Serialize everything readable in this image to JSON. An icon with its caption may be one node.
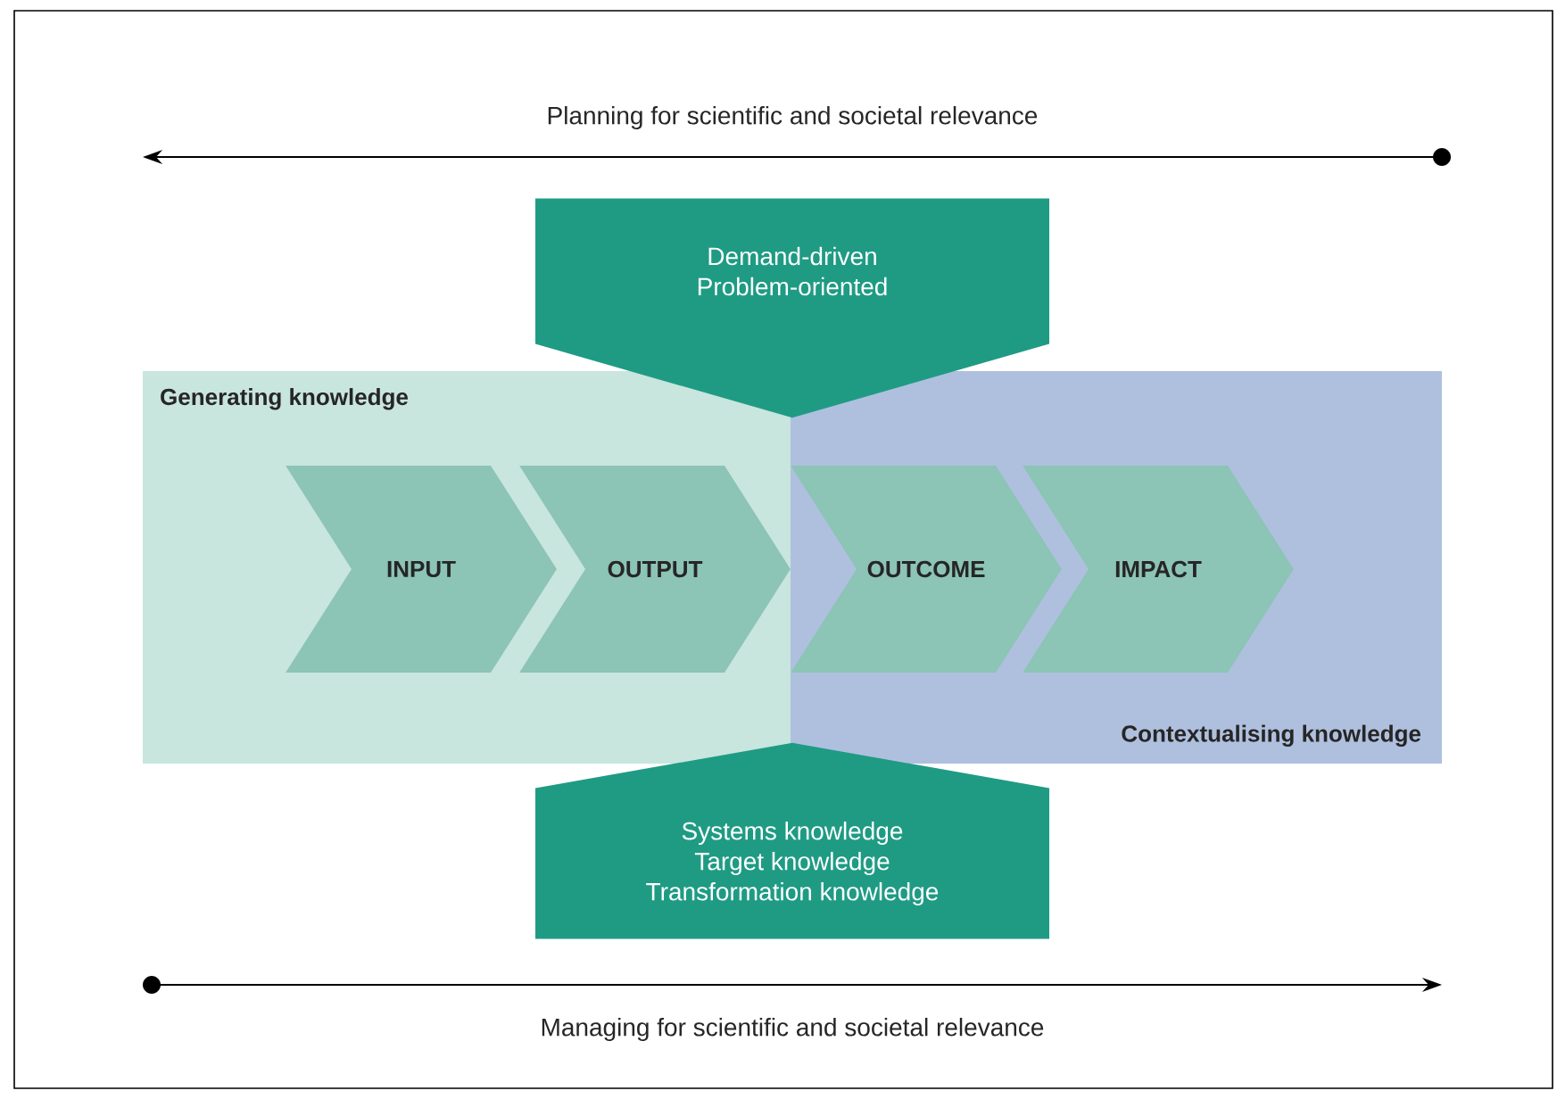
{
  "diagram": {
    "nodes": [
      {
        "text": [
          "Generating knowledge"
        ]
      },
      {
        "text": [
          "Contextualising knowledge"
        ]
      },
      {
        "text": [
          "INPUT"
        ],
        "in": 0
      },
      {
        "text": [
          "OUTPUT"
        ],
        "in": 0
      },
      {
        "text": [
          "OUTCOME"
        ],
        "in": 1
      },
      {
        "text": [
          "IMPACT"
        ],
        "in": 1
      },
      {
        "text": [
          "Demand-driven",
          "Problem-oriented"
        ]
      },
      {
        "text": [
          "Systems knowledge",
          "Target knowledge",
          "Transformation knowledge"
        ]
      }
    ],
    "labels": [
      "Planning for scientific and societal relevance",
      "Managing for scientific and societal relevance"
    ]
  }
}
